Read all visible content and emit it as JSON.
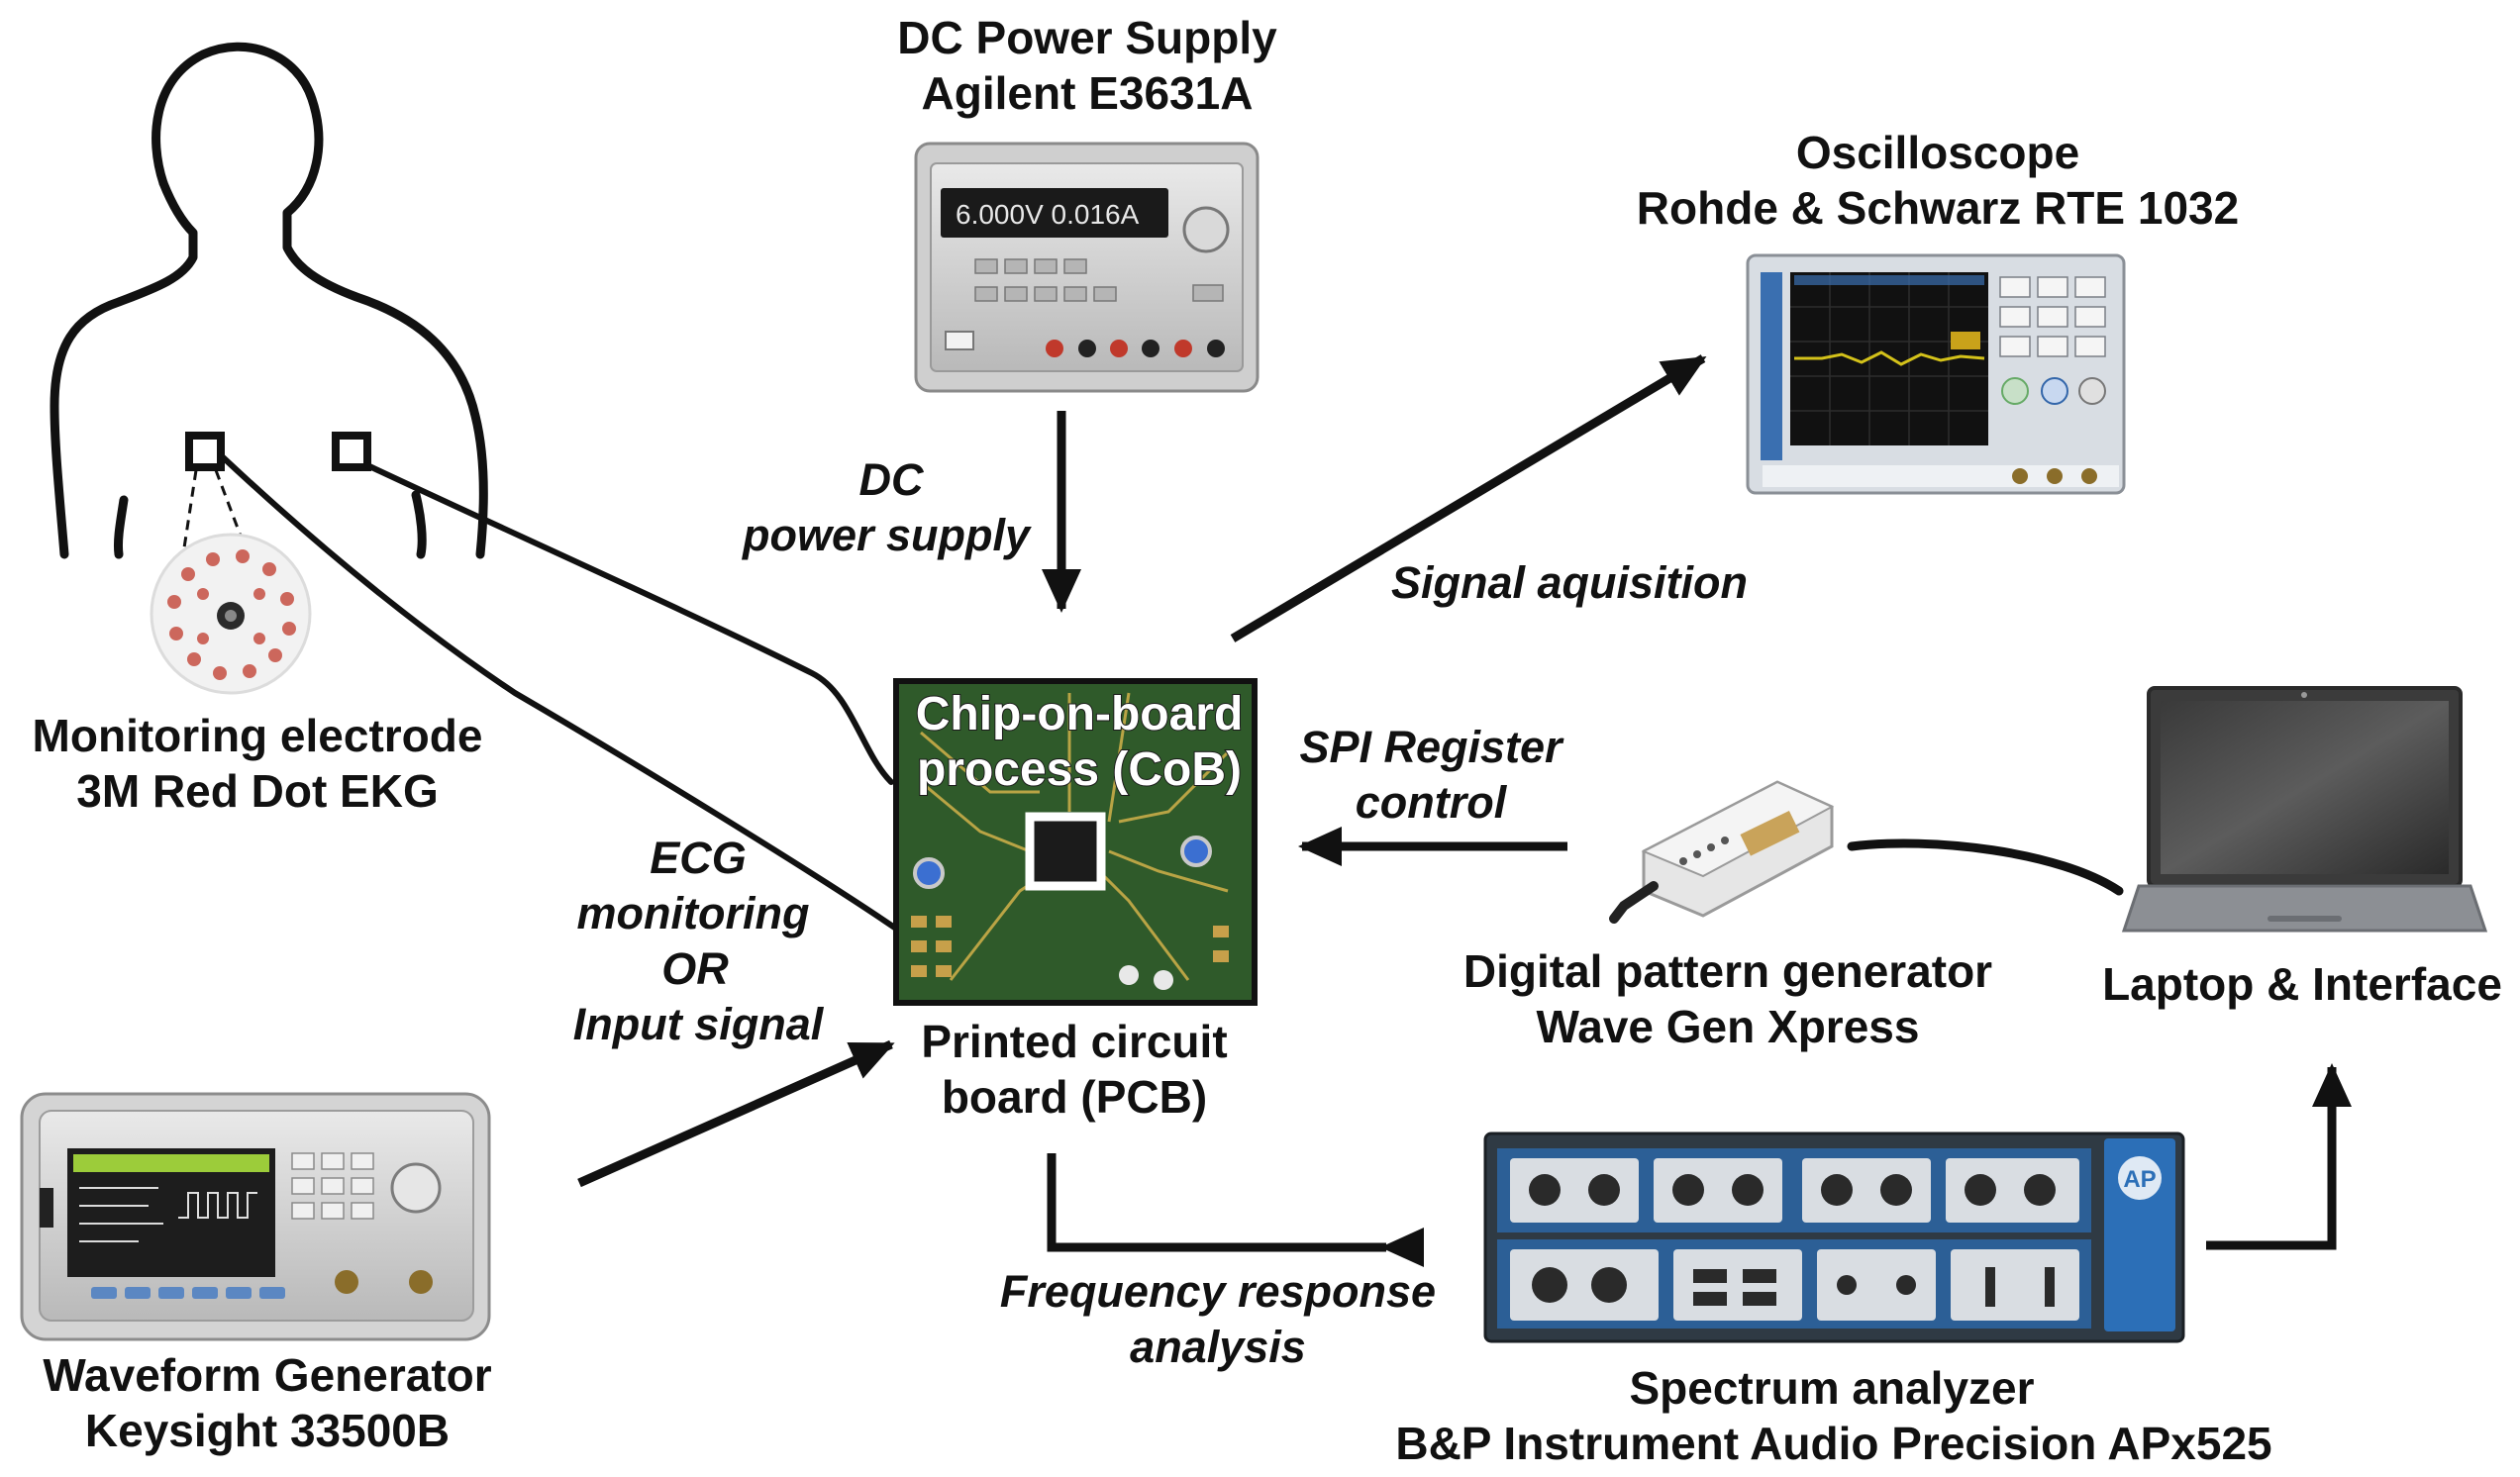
{
  "labels": {
    "dc_power_supply_title": "DC Power Supply",
    "dc_power_supply_model": "Agilent E3631A",
    "oscilloscope_title": "Oscilloscope",
    "oscilloscope_model": "Rohde & Schwarz RTE 1032",
    "electrode_title": "Monitoring electrode",
    "electrode_model": "3M Red Dot EKG",
    "pcb_line1": "Printed circuit",
    "pcb_line2": "board (PCB)",
    "cob_line1": "Chip-on-board",
    "cob_line2": "process (CoB)",
    "dpg_title": "Digital pattern generator",
    "dpg_model": "Wave Gen Xpress",
    "laptop": "Laptop & Interface",
    "waveform_title": "Waveform Generator",
    "waveform_model": "Keysight 33500B",
    "spectrum_title": "Spectrum analyzer",
    "spectrum_model": "B&P Instrument Audio Precision APx525"
  },
  "flows": {
    "dc_line1": "DC",
    "dc_line2": "power supply",
    "signal": "Signal aquisition",
    "spi_line1": "SPI Register",
    "spi_line2": "control",
    "ecg_line1": "ECG",
    "ecg_line2": "monitoring",
    "ecg_line3": "OR",
    "ecg_line4": "Input signal",
    "freq_line1": "Frequency response",
    "freq_line2": "analysis"
  },
  "device_text": {
    "psu_display": "6.000V  0.016A",
    "apx_badge": "AP"
  },
  "colors": {
    "ink": "#111111",
    "pcb_green": "#2f5a2a",
    "electrode_red": "#c0392b",
    "scope_blue": "#3a6fb0",
    "ap_blue": "#2c6fb7",
    "wavegen_green": "#9ccc3a"
  }
}
